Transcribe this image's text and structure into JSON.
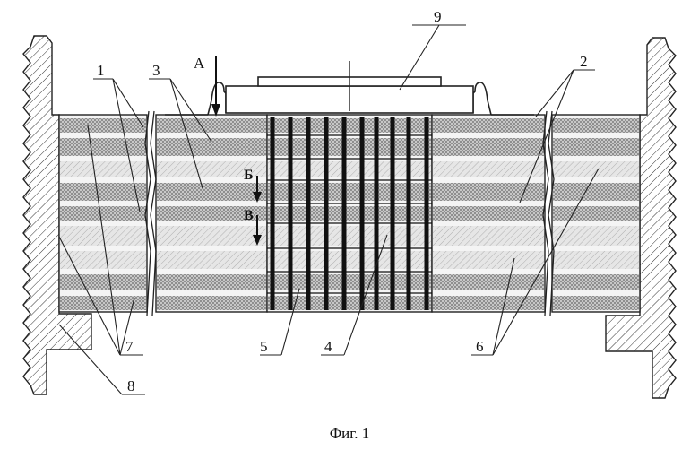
{
  "figure": {
    "caption": "Фиг. 1",
    "labels": {
      "l1": "1",
      "l2": "2",
      "l3": "3",
      "l4": "4",
      "l5": "5",
      "l6": "6",
      "l7": "7",
      "l8": "8",
      "l9": "9",
      "a": "А",
      "b": "Б",
      "v": "В"
    }
  }
}
